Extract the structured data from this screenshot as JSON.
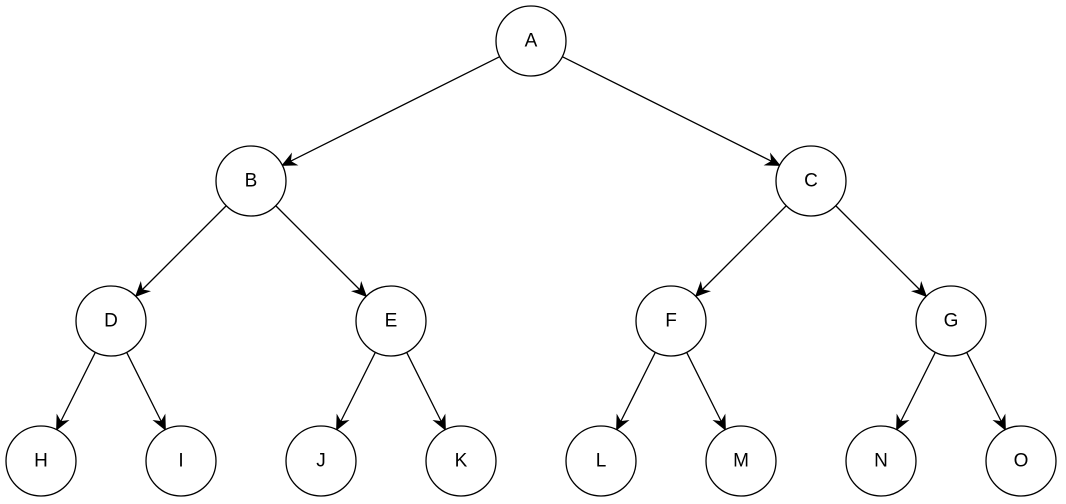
{
  "diagram": {
    "type": "binary-tree",
    "nodes": [
      {
        "id": "A",
        "label": "A"
      },
      {
        "id": "B",
        "label": "B"
      },
      {
        "id": "C",
        "label": "C"
      },
      {
        "id": "D",
        "label": "D"
      },
      {
        "id": "E",
        "label": "E"
      },
      {
        "id": "F",
        "label": "F"
      },
      {
        "id": "G",
        "label": "G"
      },
      {
        "id": "H",
        "label": "H"
      },
      {
        "id": "I",
        "label": "I"
      },
      {
        "id": "J",
        "label": "J"
      },
      {
        "id": "K",
        "label": "K"
      },
      {
        "id": "L",
        "label": "L"
      },
      {
        "id": "M",
        "label": "M"
      },
      {
        "id": "N",
        "label": "N"
      },
      {
        "id": "O",
        "label": "O"
      }
    ],
    "edges": [
      {
        "from": "A",
        "to": "B"
      },
      {
        "from": "A",
        "to": "C"
      },
      {
        "from": "B",
        "to": "D"
      },
      {
        "from": "B",
        "to": "E"
      },
      {
        "from": "C",
        "to": "F"
      },
      {
        "from": "C",
        "to": "G"
      },
      {
        "from": "D",
        "to": "H"
      },
      {
        "from": "D",
        "to": "I"
      },
      {
        "from": "E",
        "to": "J"
      },
      {
        "from": "E",
        "to": "K"
      },
      {
        "from": "F",
        "to": "L"
      },
      {
        "from": "F",
        "to": "M"
      },
      {
        "from": "G",
        "to": "N"
      },
      {
        "from": "G",
        "to": "O"
      }
    ],
    "colors": {
      "stroke": "#000000",
      "fill": "#ffffff",
      "text": "#000000"
    }
  }
}
